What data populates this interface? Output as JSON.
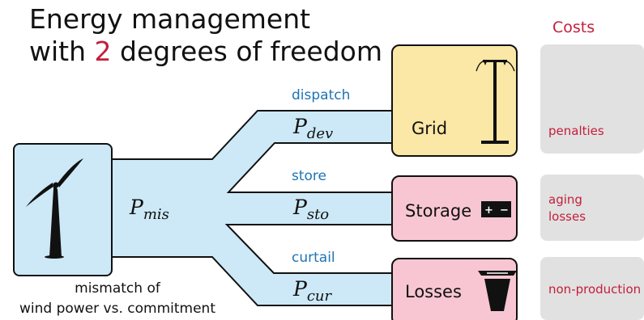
{
  "title": {
    "line1": "Energy management",
    "line2_pre": "with ",
    "line2_number": "2",
    "line2_post": " degrees of freedom"
  },
  "costs": {
    "heading": "Costs",
    "items": [
      {
        "lines": [
          "penalties"
        ]
      },
      {
        "lines": [
          "aging",
          "losses"
        ]
      },
      {
        "lines": [
          "non-production"
        ]
      }
    ]
  },
  "source": {
    "symbol_base": "P",
    "symbol_sub": "mis",
    "caption_line1": "mismatch of",
    "caption_line2": "wind power vs. commitment"
  },
  "flows": [
    {
      "action": "dispatch",
      "symbol_base": "P",
      "symbol_sub": "dev",
      "target": "Grid"
    },
    {
      "action": "store",
      "symbol_base": "P",
      "symbol_sub": "sto",
      "target": "Storage"
    },
    {
      "action": "curtail",
      "symbol_base": "P",
      "symbol_sub": "cur",
      "target": "Losses"
    }
  ],
  "battery_signs": {
    "plus": "+",
    "minus": "−"
  },
  "colors": {
    "flow_fill": "#cde9f7",
    "grid_box": "#fbe7a6",
    "storage_box": "#f8c6d3",
    "losses_box": "#f8c6d3",
    "accent": "#c41e3a",
    "action_label": "#1f74b5",
    "cost_box": "#e1e1e1"
  }
}
